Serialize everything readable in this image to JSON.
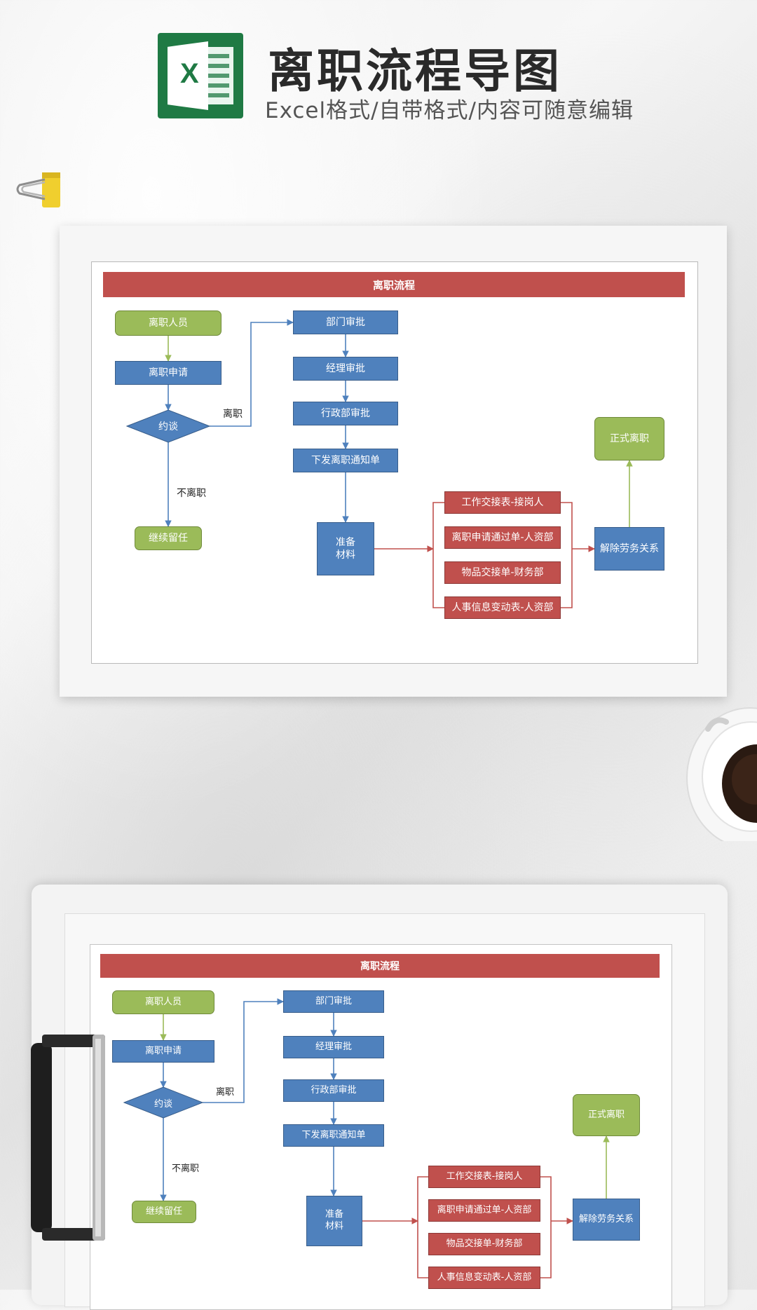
{
  "header": {
    "title": "离职流程导图",
    "subtitle": "Excel格式/自带格式/内容可随意编辑",
    "logo_letter": "X"
  },
  "colors": {
    "green": "#9bbb59",
    "blue": "#4f81bd",
    "red": "#c0504d"
  },
  "flowchart": {
    "title": "离职流程",
    "nodes": {
      "employee": "离职人员",
      "apply": "离职申请",
      "interview": "约谈",
      "stay": "继续留任",
      "dept_approval": "部门审批",
      "manager_approval": "经理审批",
      "admin_approval": "行政部审批",
      "notice": "下发离职通知单",
      "prepare": "准备\n材料",
      "material_1": "工作交接表-接岗人",
      "material_2": "离职申请通过单-人资部",
      "material_3": "物品交接单-财务部",
      "material_4": "人事信息变动表-人资部",
      "terminate": "解除劳务关系",
      "final": "正式离职"
    },
    "edge_labels": {
      "leave": "离职",
      "not_leave": "不离职"
    }
  }
}
